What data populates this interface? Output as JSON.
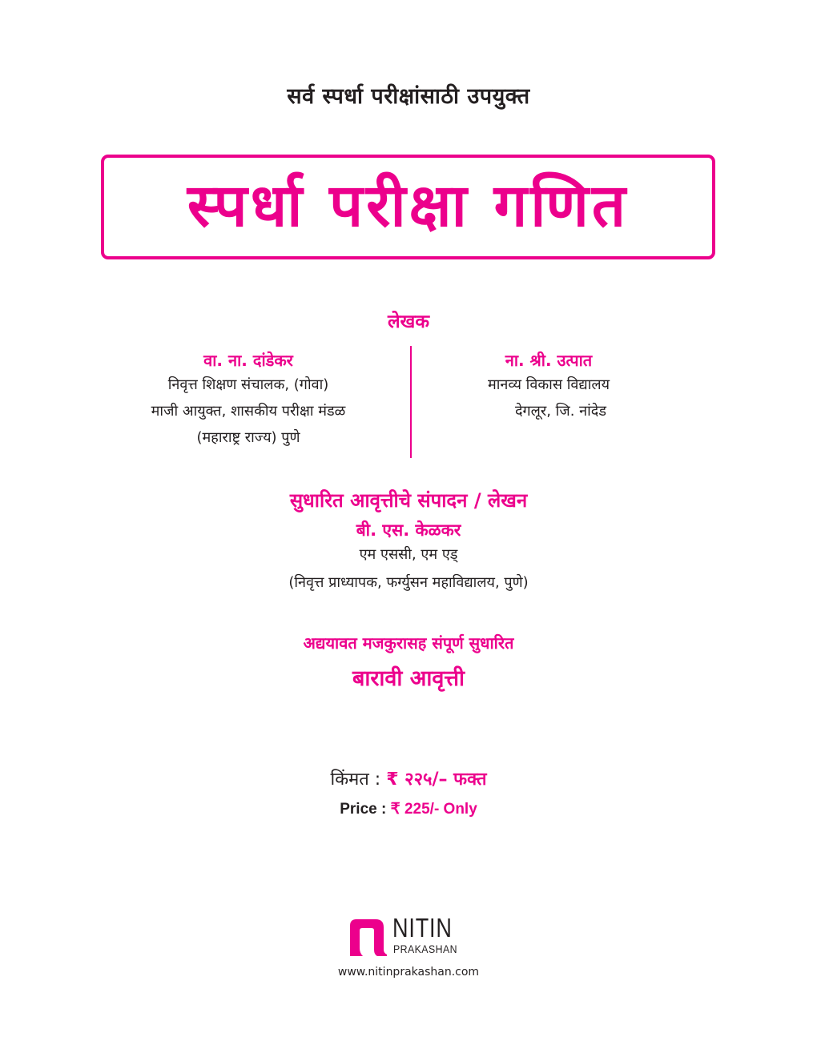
{
  "tagline": "सर्व स्पर्धा परीक्षांसाठी उपयुक्त",
  "title": "स्पर्धा परीक्षा गणित",
  "authors_heading": "लेखक",
  "authors": [
    {
      "name": "वा. ना. दांडेकर",
      "lines": [
        "निवृत्त शिक्षण संचालक, (गोवा)",
        "माजी आयुक्त, शासकीय परीक्षा मंडळ",
        "(महाराष्ट्र राज्य) पुणे"
      ]
    },
    {
      "name": "ना. श्री. उत्पात",
      "lines": [
        "मानव्य विकास विद्यालय",
        "देगलूर, जि. नांदेड"
      ]
    }
  ],
  "editor": {
    "heading": "सुधारित आवृत्तीचे संपादन / लेखन",
    "name": "बी. एस. केळकर",
    "qualification": "एम एससी, एम एड्",
    "affiliation": "(निवृत्त प्राध्यापक, फर्ग्युसन महाविद्यालय, पुणे)"
  },
  "edition": {
    "note": "अद्ययावत मजकुरासह संपूर्ण सुधारित",
    "label": "बारावी आवृत्ती"
  },
  "price": {
    "mr_label": "किंमत : ",
    "mr_value": "₹ २२५/– फक्त",
    "en_label": "Price : ",
    "en_value": "₹ 225/- Only"
  },
  "publisher": {
    "name": "NITIN",
    "sub": "PRAKASHAN",
    "url": "www.nitinprakashan.com",
    "logo_icon": "nitin-prakashan-logo-icon"
  },
  "colors": {
    "accent": "#ec008c",
    "text": "#231f20"
  }
}
